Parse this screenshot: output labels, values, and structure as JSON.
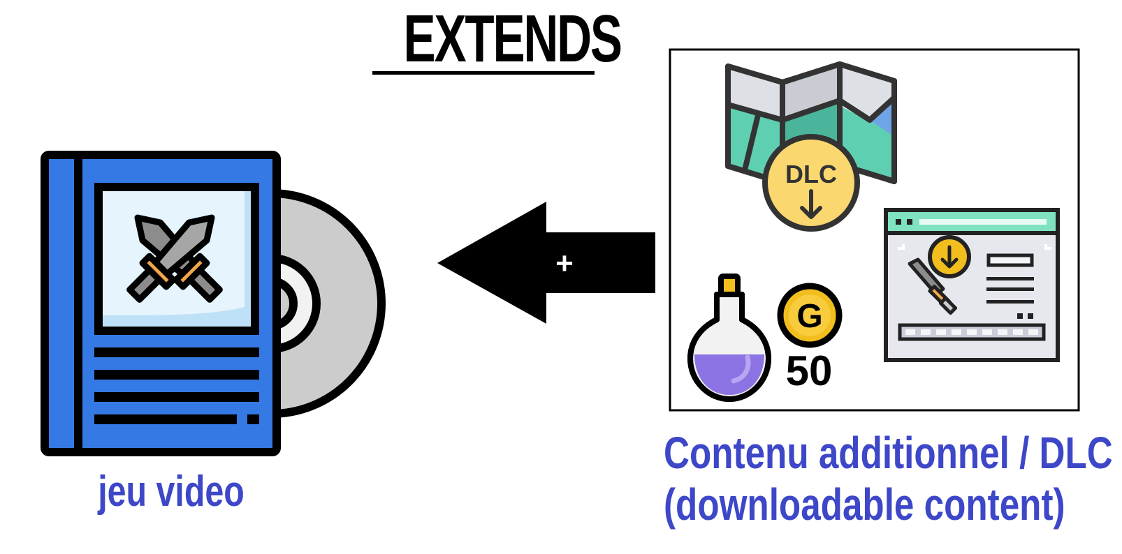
{
  "title": "EXTENDS",
  "arrow": {
    "label": "+"
  },
  "game": {
    "caption": "jeu video",
    "icon": "game-case-disc-icon"
  },
  "dlc_box": {
    "caption_line1": "Contenu additionnel / DLC",
    "caption_line2": "(downloadable content)",
    "badge_text": "DLC",
    "coin_letter": "G",
    "coin_amount": "50",
    "icons": [
      "map-dlc-icon",
      "potion-icon",
      "gold-coin-icon",
      "download-window-icon"
    ]
  },
  "colors": {
    "caption_blue": "#3D47C8",
    "case_blue": "#3579E4",
    "map_green": "#5FCFB1",
    "dlc_yellow": "#FBD76F",
    "potion_purple": "#8C73E4",
    "coin_gold": "#F2BE1E",
    "window_mint": "#7FE3C2"
  }
}
